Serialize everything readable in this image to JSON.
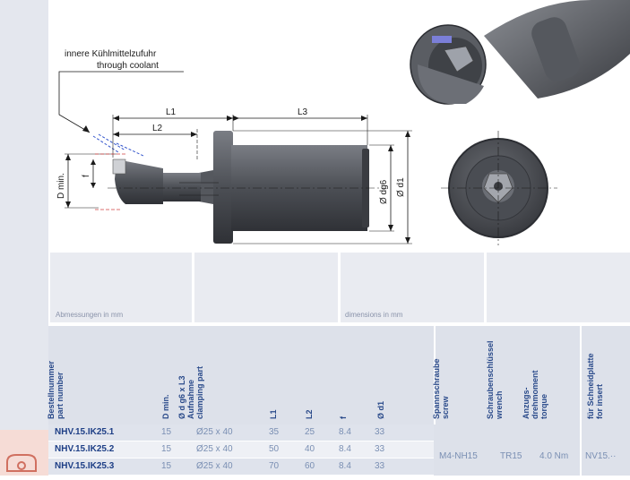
{
  "drawing": {
    "coolant_de": "innere Kühlmittelzufuhr",
    "coolant_en": "through coolant",
    "dim_l1": "L1",
    "dim_l2": "L2",
    "dim_l3": "L3",
    "dim_dmin": "D min.",
    "dim_f": "f",
    "dim_dg6": "Ø dg6",
    "dim_d1": "Ø d1"
  },
  "panel": {
    "units_de": "Abmessungen in mm",
    "units_en": "dimensions in mm"
  },
  "table": {
    "headers": {
      "part": [
        "Bestellnummer",
        "part number"
      ],
      "dmin": [
        "D min."
      ],
      "clamp": [
        "Ø d g6 x L3",
        "Aufnahme",
        "clamping part"
      ],
      "l1": [
        "L1"
      ],
      "l2": [
        "L2"
      ],
      "f": [
        "f"
      ],
      "d1": [
        "Ø d1"
      ],
      "screw": [
        "Spannschraube",
        "screw"
      ],
      "wrench": [
        "Schraubenschlüssel",
        "wrench"
      ],
      "torque": [
        "Anzugs-",
        "drehmoment",
        "torque"
      ],
      "insert": [
        "für Schneidplatte",
        "for insert"
      ]
    },
    "rows": [
      {
        "part": "NHV.15.IK25.1",
        "dmin": "15",
        "clamp": "Ø25 x 40",
        "l1": "35",
        "l2": "25",
        "f": "8.4",
        "d1": "33"
      },
      {
        "part": "NHV.15.IK25.2",
        "dmin": "15",
        "clamp": "Ø25 x 40",
        "l1": "50",
        "l2": "40",
        "f": "8.4",
        "d1": "33"
      },
      {
        "part": "NHV.15.IK25.3",
        "dmin": "15",
        "clamp": "Ø25 x 40",
        "l1": "70",
        "l2": "60",
        "f": "8.4",
        "d1": "33"
      }
    ],
    "accessories": {
      "screw": "M4-NH15",
      "wrench": "TR15",
      "torque": "4.0 Nm",
      "insert": "NV15.··"
    }
  }
}
